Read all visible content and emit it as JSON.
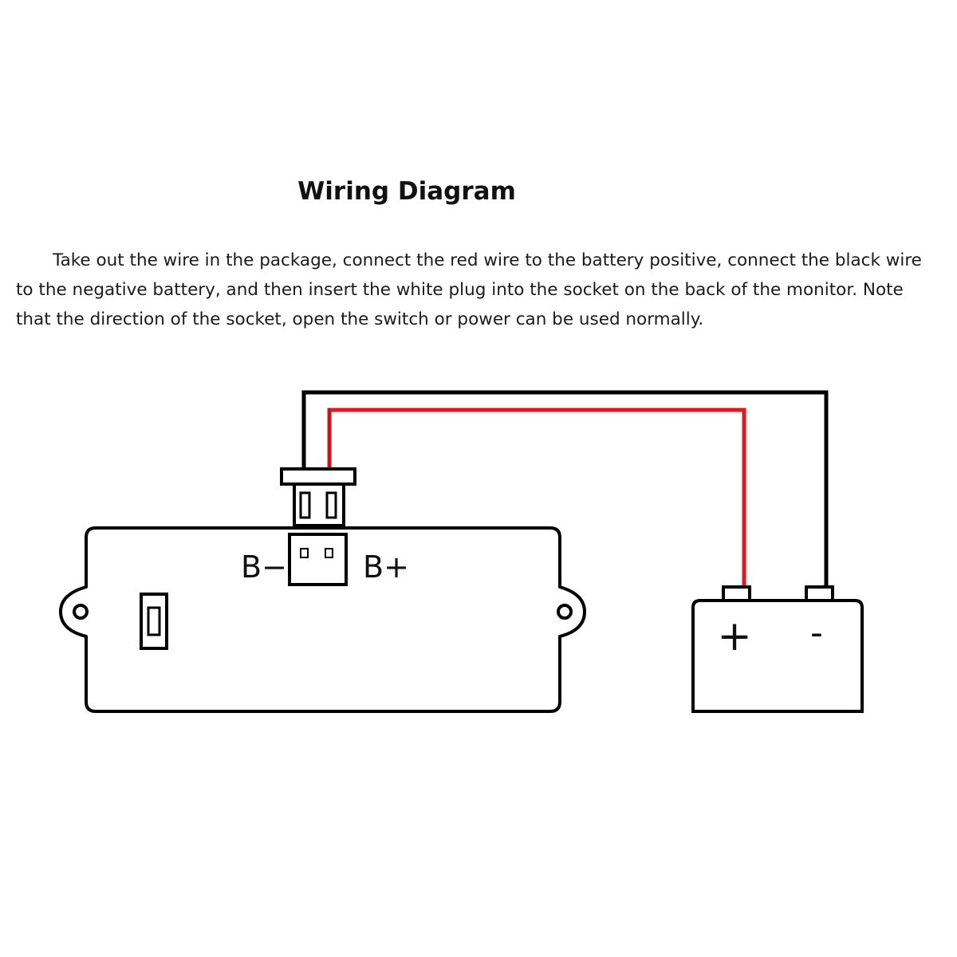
{
  "title": "Wiring Diagram",
  "description": "Take out  the wire in the package, connect the red wire to the battery positive, connect the black wire to the negative battery, and then insert the white plug into the socket on the back of the monitor. Note that the direction of the socket, open the switch or power can be used normally.",
  "diagram": {
    "monitor": {
      "label_negative": "B−",
      "label_positive": "B+"
    },
    "battery": {
      "label_positive": "+",
      "label_negative": "-"
    },
    "colors": {
      "red_wire": "#e8141b",
      "black_wire": "#000000",
      "outline": "#000000"
    }
  }
}
